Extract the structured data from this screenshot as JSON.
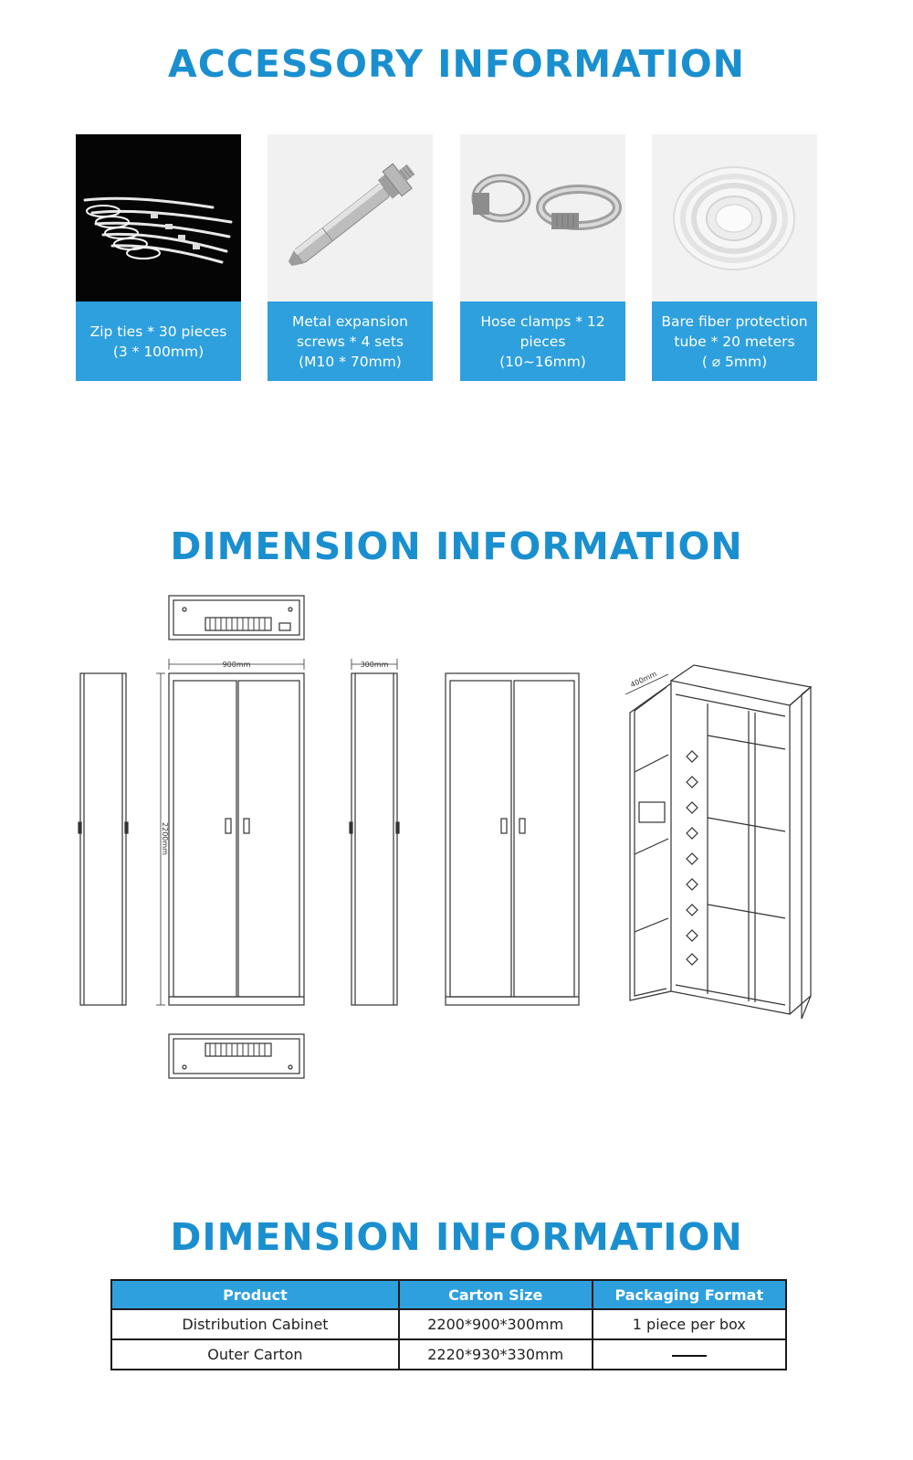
{
  "sections": {
    "accessory_title": "ACCESSORY INFORMATION",
    "dimension_title": "DIMENSION INFORMATION",
    "packaging_title": "DIMENSION INFORMATION"
  },
  "accessories": [
    {
      "icon": "zip-ties-icon",
      "caption": "Zip ties * 30 pieces\n(3 * 100mm)"
    },
    {
      "icon": "expansion-screw-icon",
      "caption": "Metal expansion\nscrews * 4 sets\n(M10 * 70mm)"
    },
    {
      "icon": "hose-clamp-icon",
      "caption": "Hose clamps * 12\npieces\n(10~16mm)"
    },
    {
      "icon": "fiber-tube-icon",
      "caption": "Bare fiber protection\ntube * 20 meters\n( ⌀ 5mm)"
    }
  ],
  "drawing": {
    "width_label": "900mm",
    "depth_label": "300mm",
    "height_label": "2200mm",
    "open_depth_label": "400mm"
  },
  "table": {
    "headers": [
      "Product",
      "Carton Size",
      "Packaging Format"
    ],
    "rows": [
      [
        "Distribution Cabinet",
        "2200*900*300mm",
        "1 piece per box"
      ],
      [
        "Outer Carton",
        "2220*930*330mm",
        "—"
      ]
    ]
  },
  "colors": {
    "accent": "#2ea0de",
    "heading": "#1a8fcf"
  }
}
